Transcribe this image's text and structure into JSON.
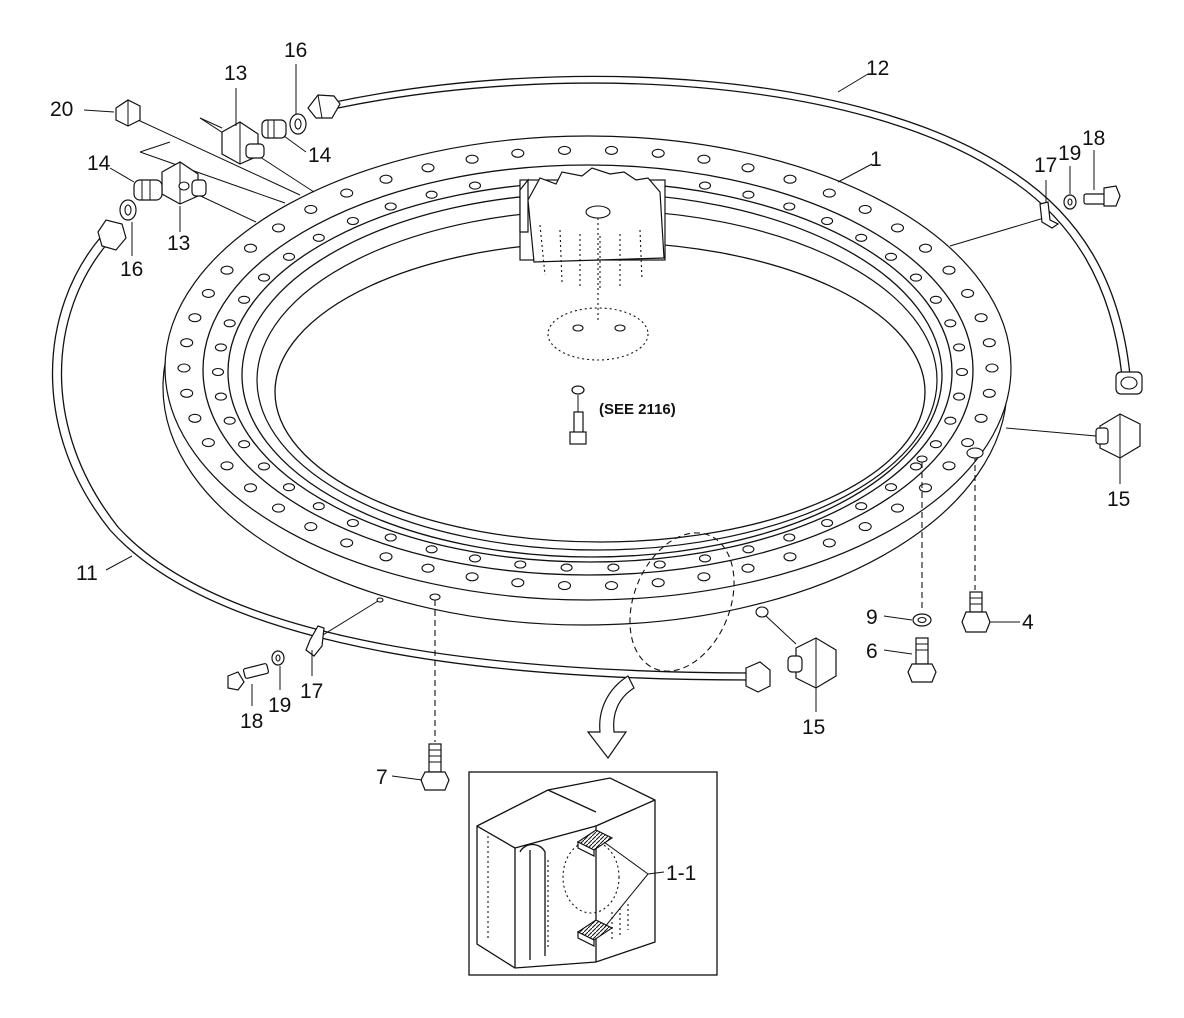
{
  "callouts": {
    "c1": "1",
    "c4": "4",
    "c6": "6",
    "c7": "7",
    "c9": "9",
    "c11": "11",
    "c12": "12",
    "c13a": "13",
    "c13b": "13",
    "c14a": "14",
    "c14b": "14",
    "c15a": "15",
    "c15b": "15",
    "c16a": "16",
    "c16b": "16",
    "c17a": "17",
    "c17b": "17",
    "c18a": "18",
    "c18b": "18",
    "c19a": "19",
    "c19b": "19",
    "c20": "20",
    "c1_1": "1-1"
  },
  "note": "(SEE 2116)"
}
